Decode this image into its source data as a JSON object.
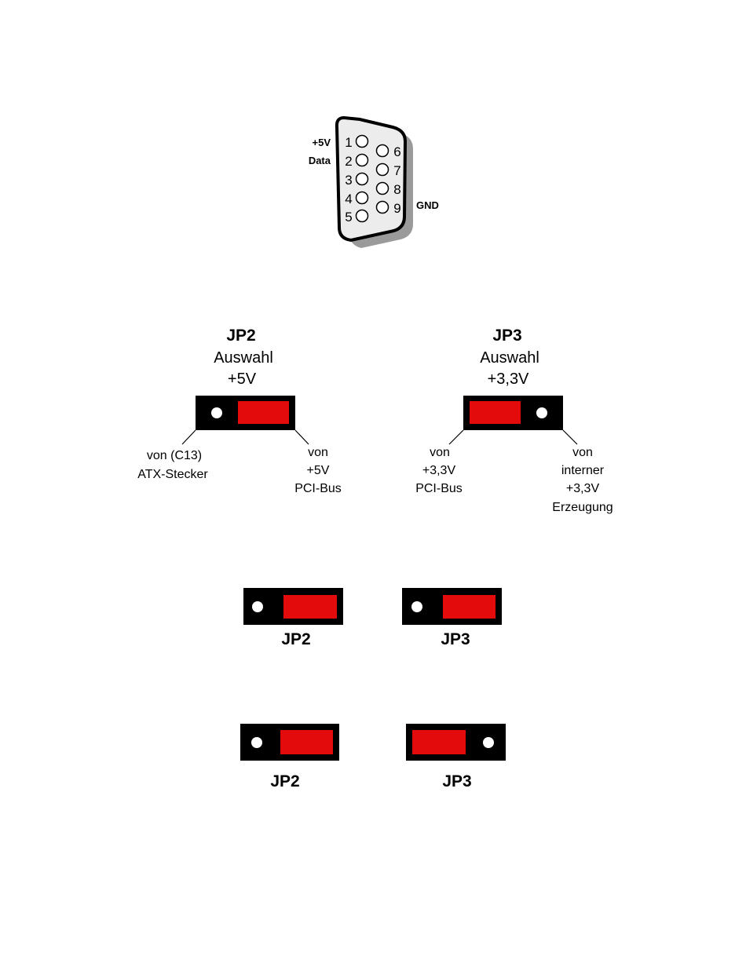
{
  "connector": {
    "pin_left_labels": {
      "pin1": "+5V",
      "pin2": "Data"
    },
    "pin_right_label": "GND",
    "pins": [
      "1",
      "2",
      "3",
      "4",
      "5",
      "6",
      "7",
      "8",
      "9"
    ]
  },
  "jp2_block": {
    "title": "JP2",
    "subtitle": "Auswahl",
    "voltage": "+5V",
    "left_label": [
      "von (C13)",
      "ATX-Stecker"
    ],
    "right_label": [
      "von",
      "+5V",
      "PCI-Bus"
    ]
  },
  "jp3_block": {
    "title": "JP3",
    "subtitle": "Auswahl",
    "voltage": "+3,3V",
    "left_label": [
      "von",
      "+3,3V",
      "PCI-Bus"
    ],
    "right_label": [
      "von",
      "interner",
      "+3,3V",
      "Erzeugung"
    ]
  },
  "config_row1": {
    "jp2_label": "JP2",
    "jp3_label": "JP3"
  },
  "config_row2": {
    "jp2_label": "JP2",
    "jp3_label": "JP3"
  },
  "colors": {
    "jumper_body": "#000000",
    "jumper_cap": "#e30b0b",
    "connector_fill": "#ececec",
    "shadow": "#9a9a9a"
  }
}
